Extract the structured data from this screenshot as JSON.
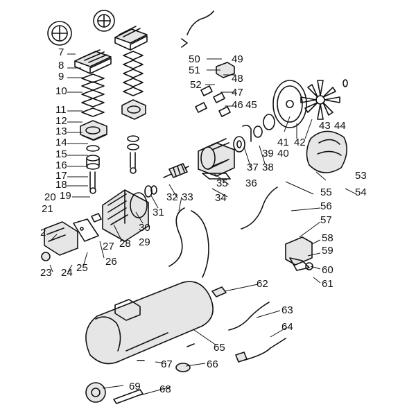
{
  "diagram": {
    "callouts": [
      {
        "id": "2",
        "label": "2"
      },
      {
        "id": "7",
        "label": "7"
      },
      {
        "id": "8",
        "label": "8"
      },
      {
        "id": "9",
        "label": "9"
      },
      {
        "id": "10",
        "label": "10"
      },
      {
        "id": "11",
        "label": "11"
      },
      {
        "id": "12",
        "label": "12"
      },
      {
        "id": "13",
        "label": "13"
      },
      {
        "id": "14",
        "label": "14"
      },
      {
        "id": "15",
        "label": "15"
      },
      {
        "id": "16",
        "label": "16"
      },
      {
        "id": "17",
        "label": "17"
      },
      {
        "id": "18",
        "label": "18"
      },
      {
        "id": "19",
        "label": "19"
      },
      {
        "id": "20",
        "label": "20"
      },
      {
        "id": "21",
        "label": "21"
      },
      {
        "id": "23",
        "label": "23"
      },
      {
        "id": "24",
        "label": "24"
      },
      {
        "id": "25",
        "label": "25"
      },
      {
        "id": "26",
        "label": "26"
      },
      {
        "id": "27",
        "label": "27"
      },
      {
        "id": "28",
        "label": "28"
      },
      {
        "id": "29",
        "label": "29"
      },
      {
        "id": "30",
        "label": "30"
      },
      {
        "id": "31",
        "label": "31"
      },
      {
        "id": "32",
        "label": "32"
      },
      {
        "id": "33",
        "label": "33"
      },
      {
        "id": "34",
        "label": "34"
      },
      {
        "id": "35",
        "label": "35"
      },
      {
        "id": "36",
        "label": "36"
      },
      {
        "id": "37",
        "label": "37"
      },
      {
        "id": "38",
        "label": "38"
      },
      {
        "id": "39",
        "label": "39"
      },
      {
        "id": "40",
        "label": "40"
      },
      {
        "id": "41",
        "label": "41"
      },
      {
        "id": "42",
        "label": "42"
      },
      {
        "id": "43",
        "label": "43"
      },
      {
        "id": "44",
        "label": "44"
      },
      {
        "id": "45",
        "label": "45"
      },
      {
        "id": "46",
        "label": "46"
      },
      {
        "id": "47",
        "label": "47"
      },
      {
        "id": "48",
        "label": "48"
      },
      {
        "id": "49",
        "label": "49"
      },
      {
        "id": "50",
        "label": "50"
      },
      {
        "id": "51",
        "label": "51"
      },
      {
        "id": "52",
        "label": "52"
      },
      {
        "id": "53",
        "label": "53"
      },
      {
        "id": "54",
        "label": "54"
      },
      {
        "id": "55",
        "label": "55"
      },
      {
        "id": "56",
        "label": "56"
      },
      {
        "id": "57",
        "label": "57"
      },
      {
        "id": "58",
        "label": "58"
      },
      {
        "id": "59",
        "label": "59"
      },
      {
        "id": "60",
        "label": "60"
      },
      {
        "id": "61",
        "label": "61"
      },
      {
        "id": "62",
        "label": "62"
      },
      {
        "id": "63",
        "label": "63"
      },
      {
        "id": "64",
        "label": "64"
      },
      {
        "id": "65",
        "label": "65"
      },
      {
        "id": "66",
        "label": "66"
      },
      {
        "id": "67",
        "label": "67"
      },
      {
        "id": "68",
        "label": "68"
      },
      {
        "id": "69",
        "label": "69"
      }
    ]
  }
}
